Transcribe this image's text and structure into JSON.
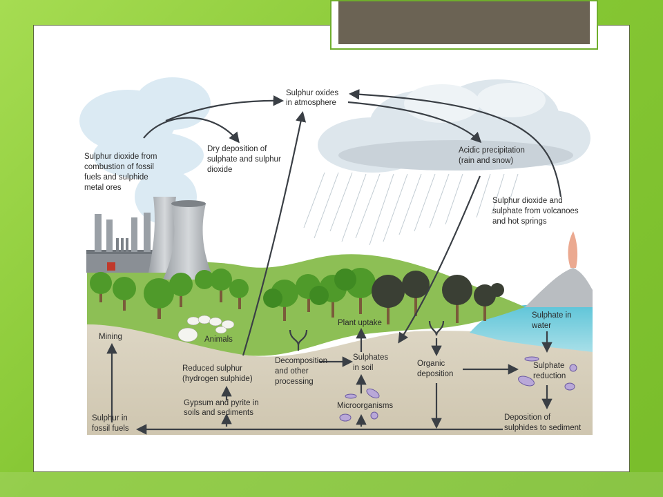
{
  "slide": {
    "background_color": "#8fcf3e",
    "title_box_color": "#6b6354"
  },
  "diagram": {
    "labels": {
      "sulphur_oxides": [
        "Sulphur oxides",
        "in atmosphere"
      ],
      "so2_combustion": [
        "Sulphur dioxide from",
        "combustion of fossil",
        "fuels and sulphide",
        "metal ores"
      ],
      "dry_deposition": [
        "Dry deposition of",
        "sulphate and sulphur",
        "dioxide"
      ],
      "acidic_precip": [
        "Acidic precipitation",
        "(rain and snow)"
      ],
      "volcanoes": [
        "Sulphur dioxide and",
        "sulphate from volcanoes",
        "and hot springs"
      ],
      "mining": [
        "Mining"
      ],
      "animals": [
        "Animals"
      ],
      "plant_uptake": [
        "Plant uptake"
      ],
      "sulphate_water": [
        "Sulphate in",
        "water"
      ],
      "reduced_sulphur": [
        "Reduced sulphur",
        "(hydrogen sulphide)"
      ],
      "decomposition": [
        "Decomposition",
        "and other",
        "processing"
      ],
      "sulphates_soil": [
        "Sulphates",
        "in soil"
      ],
      "organic_deposition": [
        "Organic",
        "deposition"
      ],
      "sulphate_reduction": [
        "Sulphate",
        "reduction"
      ],
      "gypsum": [
        "Gypsum and pyrite in",
        "soils and sediments"
      ],
      "microorganisms": [
        "Microorganisms"
      ],
      "fossil_fuels": [
        "Sulphur in",
        "fossil fuels"
      ],
      "deposition_sulphides": [
        "Deposition of",
        "sulphides to sediment"
      ]
    }
  }
}
